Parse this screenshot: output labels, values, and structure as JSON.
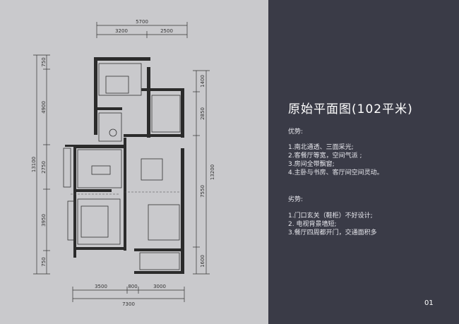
{
  "plan": {
    "dims_top": [
      "5700",
      "3200",
      "2500"
    ],
    "dims_bottom": [
      "3500",
      "800",
      "3000",
      "7300"
    ],
    "dims_left": [
      "750",
      "4900",
      "13100",
      "2750",
      "3950",
      "750"
    ],
    "dims_right": [
      "1400",
      "2850",
      "13200",
      "7550",
      "1600"
    ],
    "colors": {
      "wall": "#2b2b2b",
      "floor": "#c9c9cc",
      "line": "#333333"
    }
  },
  "panel": {
    "title": "原始平面图(102平米)",
    "pros_heading": "优势:",
    "pros": [
      "1.南北通透、三面采光;",
      "2.客餐厅等宽，空间气派 ;",
      "3.房间全带飘窗;",
      "4.主卧与书房、客厅间空间灵动。"
    ],
    "cons_heading": "劣势:",
    "cons": [
      "1.门口玄关（鞋柜）不好设计;",
      "2. 电视背景墙短;",
      "3.餐厅四周都开门，交通面积多"
    ],
    "page_number": "01",
    "colors": {
      "panel_bg": "#3a3b47",
      "text": "#ffffff"
    }
  }
}
